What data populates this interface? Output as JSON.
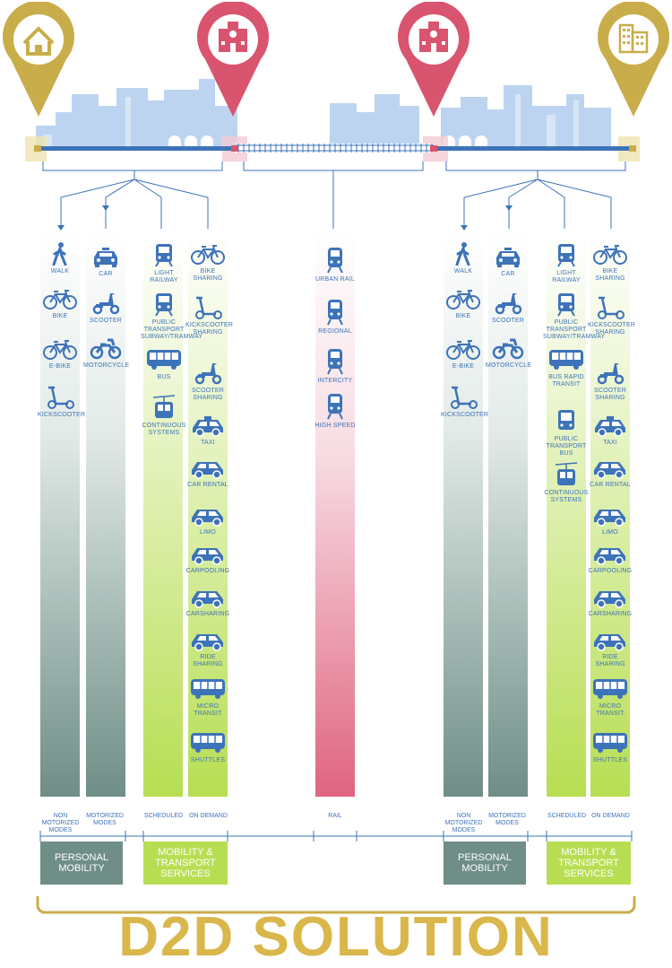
{
  "colors": {
    "gold": "#c9ad4a",
    "red": "#d9546e",
    "blue": "#3d73b8",
    "green": "#b7de52",
    "gray": "#6f8e87",
    "skyline": "#b9d3ef"
  },
  "icons": {
    "origin": "home-pin-icon",
    "station_a": "school-pin-icon",
    "station_b": "school-pin-icon",
    "destination": "building-pin-icon"
  },
  "left": {
    "non_motorized": [
      "WALK",
      "BIKE",
      "E-BIKE",
      "KICKSCOOTER"
    ],
    "motorized": [
      "CAR",
      "SCOOTER",
      "MOTORCYCLE"
    ],
    "scheduled": [
      "LIGHT RAILWAY",
      "PUBLIC TRANSPORT SUBWAY/TRAMWAY",
      "BUS",
      "CONTINUOUS SYSTEMS"
    ],
    "on_demand": [
      "BIKE SHARING",
      "KICKSCOOTER SHARING",
      "SCOOTER SHARING",
      "TAXI",
      "CAR RENTAL",
      "LIMO",
      "CARPOOLING",
      "CARSHARING",
      "RIDE SHARING",
      "MICRO TRANSIT",
      "SHUTTLES"
    ]
  },
  "rail": [
    "URBAN RAIL",
    "REGIONAL",
    "INTERCITY",
    "HIGH SPEED"
  ],
  "right": {
    "non_motorized": [
      "WALK",
      "BIKE",
      "E-BIKE",
      "KICKSCOOTER"
    ],
    "motorized": [
      "CAR",
      "SCOOTER",
      "MOTORCYCLE"
    ],
    "scheduled": [
      "LIGHT RAILWAY",
      "PUBLIC TRANSPORT SUBWAY/TRAMWAY",
      "BUS RAPID TRANSIT",
      "PUBLIC TRANSPORT BUS",
      "CONTINUOUS SYSTEMS"
    ],
    "on_demand": [
      "BIKE SHARING",
      "KICKSCOOTER SHARING",
      "SCOOTER SHARING",
      "TAXI",
      "CAR RENTAL",
      "LIMO",
      "CARPOOLING",
      "CARSHARING",
      "RIDE SHARING",
      "MICRO TRANSIT",
      "SHUTTLES"
    ]
  },
  "bottom_labels": {
    "non_motorized": "NON MOTORIZED MODES",
    "motorized": "MOTORIZED MODES",
    "scheduled": "SCHEDULED",
    "on_demand": "ON DEMAND",
    "rail": "RAIL"
  },
  "tags": {
    "personal": "PERSONAL MOBILITY",
    "services": "MOBILITY & TRANSPORT SERVICES"
  },
  "title": "D2D SOLUTION"
}
